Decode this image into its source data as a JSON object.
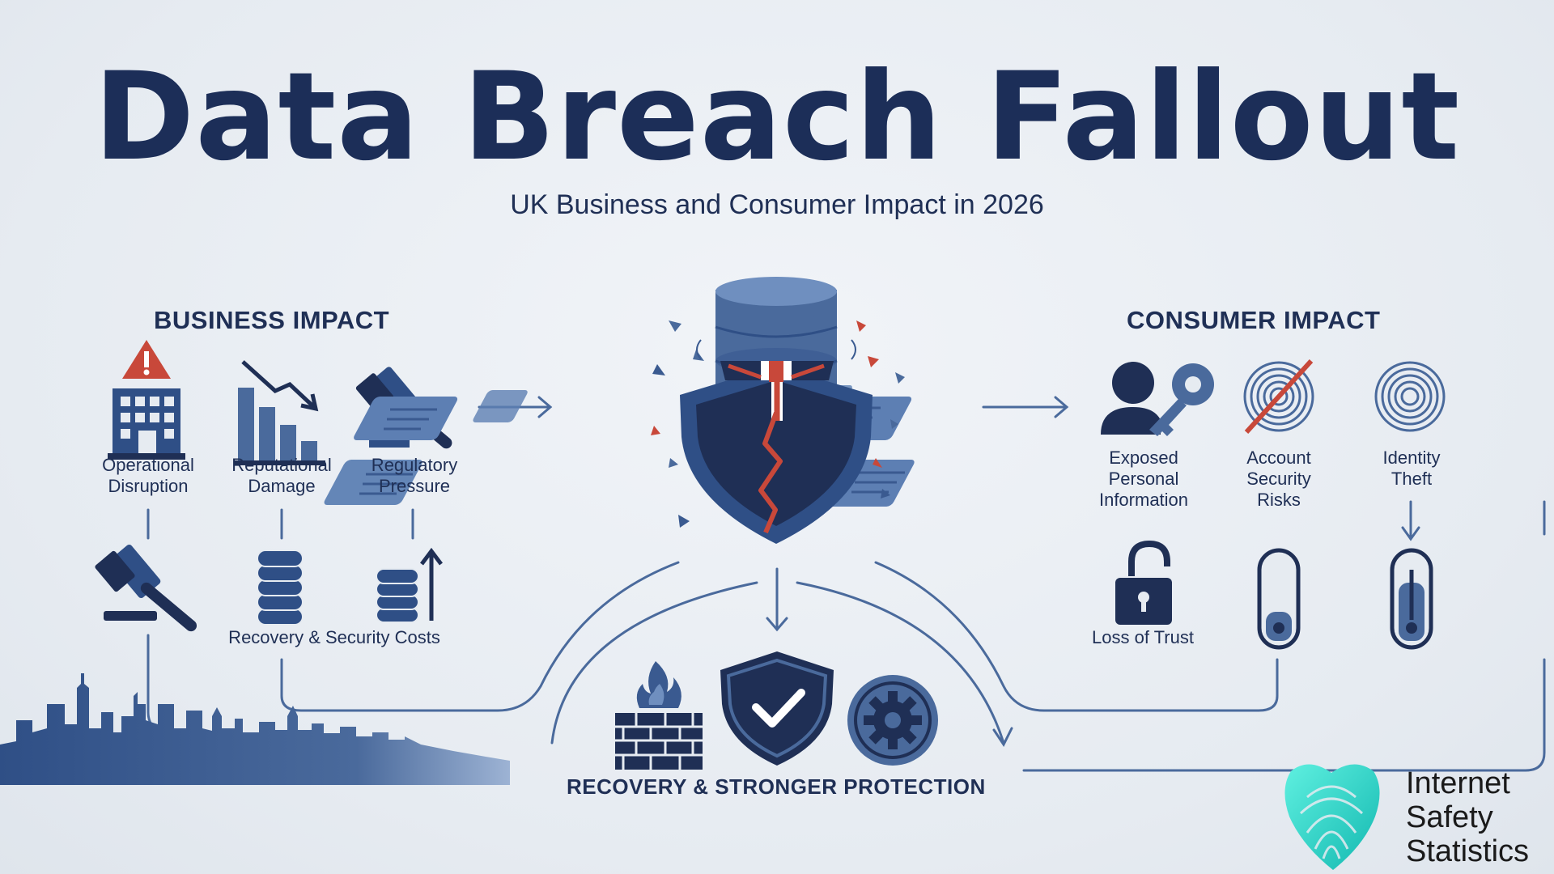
{
  "header": {
    "title": "Data Breach Fallout",
    "subtitle": "UK Business and Consumer Impact in 2026"
  },
  "business": {
    "heading": "BUSINESS IMPACT",
    "items": [
      {
        "lines": [
          "Operational",
          "Disruption"
        ],
        "icon": "alert-building-icon"
      },
      {
        "lines": [
          "Reputational",
          "Damage"
        ],
        "icon": "declining-chart-icon"
      },
      {
        "lines": [
          "Regulatory",
          "Pressure"
        ],
        "icon": "gavel-icon"
      }
    ],
    "costs_label": "Recovery & Security Costs"
  },
  "consumer": {
    "heading": "CONSUMER IMPACT",
    "items": [
      {
        "lines": [
          "Exposed",
          "Personal",
          "Information"
        ],
        "icon": "person-key-icon"
      },
      {
        "lines": [
          "Account",
          "Security",
          "Risks"
        ],
        "icon": "crossed-fingerprint-icon"
      },
      {
        "lines": [
          "Identity",
          "Theft"
        ],
        "icon": "fingerprint-icon"
      }
    ],
    "trust_label": "Loss of Trust"
  },
  "footer": {
    "label": "RECOVERY & STRONGER PROTECTION"
  },
  "brand": {
    "lines": [
      "Internet",
      "Safety",
      "Statistics"
    ]
  },
  "colors": {
    "navy": "#1f2f55",
    "steel": "#4a6a9c",
    "light_steel": "#6f8fbf",
    "red": "#c8483a",
    "teal": "#22d3c5"
  }
}
